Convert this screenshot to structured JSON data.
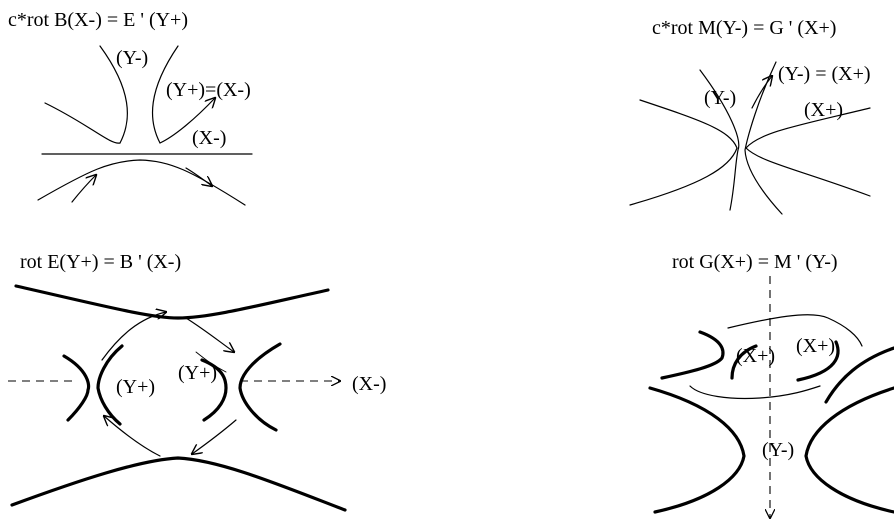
{
  "panels": {
    "top_left": {
      "equation": "c*rot B(X-) = E ' (Y+)",
      "label_y_minus": "(Y-)",
      "label_y_plus_eq": "(Y+)=(X-)",
      "label_x_minus": "(X-)"
    },
    "top_right": {
      "equation": "c*rot M(Y-) = G ' (X+)",
      "label_y_minus": "(Y-)",
      "label_y_minus_eq": "(Y-) = (X+)",
      "label_x_plus": "(X+)"
    },
    "bottom_left": {
      "equation": "rot E(Y+) = B ' (X-)",
      "label_y_plus_a": "(Y+)",
      "label_y_plus_b": "(Y+)",
      "label_x_minus": "(X-)"
    },
    "bottom_right": {
      "equation": "rot G(X+) = M ' (Y-)",
      "label_x_plus_a": "(X+)",
      "label_x_plus_b": "(X+)",
      "label_y_minus": "(Y-)"
    }
  }
}
